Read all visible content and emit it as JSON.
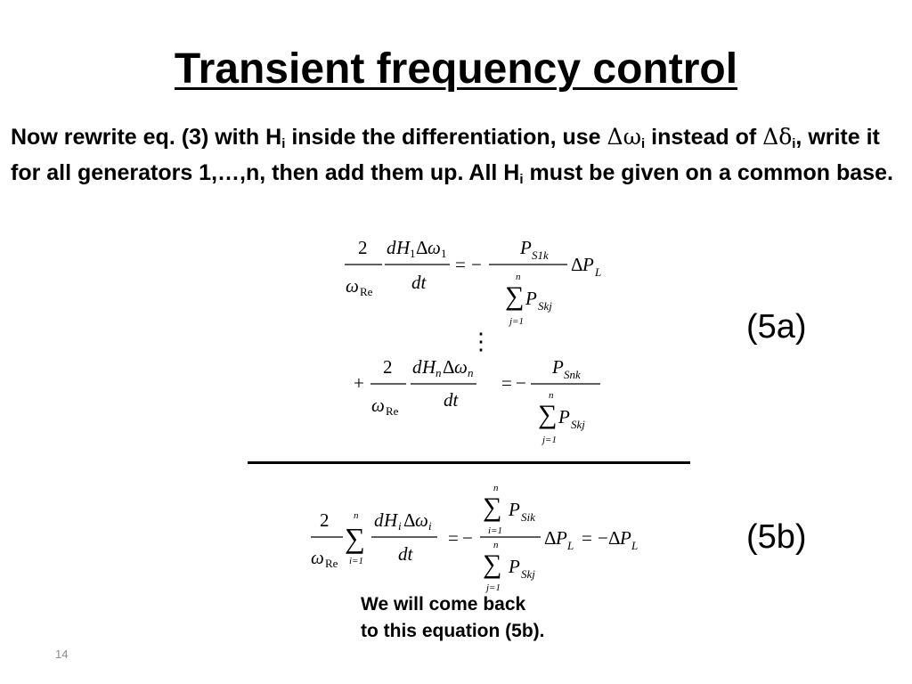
{
  "slide": {
    "title": "Transient frequency control",
    "page_number": "14"
  },
  "intro": {
    "t1": "Now rewrite eq. (3) with H",
    "s1": "i",
    "t2": " inside the differentiation, use ",
    "sym1": "Δω",
    "s2": "i",
    "t3": " instead of ",
    "sym2": "Δδ",
    "s3": "i",
    "t4": ", write it for all generators 1,…,n, then add them up. All H",
    "s4": "i",
    "t5": " must be given on a common base."
  },
  "equations": {
    "label_5a": "(5a)",
    "label_5b": "(5b)",
    "first": {
      "num_two": "2",
      "omega": "ω",
      "re": "Re",
      "d": "d",
      "H": "H",
      "sub_1": "1",
      "delta": "Δ",
      "dt": "dt",
      "equals": "=",
      "minus": "−",
      "P": "P",
      "S1k": "S1k",
      "sigma": "∑",
      "n": "n",
      "j1": "j=1",
      "Skj": "Skj",
      "L": "L"
    },
    "vdots": "⋮",
    "nth": {
      "plus": "+",
      "sub_n": "n",
      "Snk": "Snk"
    },
    "sum": {
      "i1": "i=1",
      "sub_i": "i",
      "Sik": "Sik"
    }
  },
  "note": {
    "line1": "We will come back",
    "line2": "to this equation (5b)."
  }
}
